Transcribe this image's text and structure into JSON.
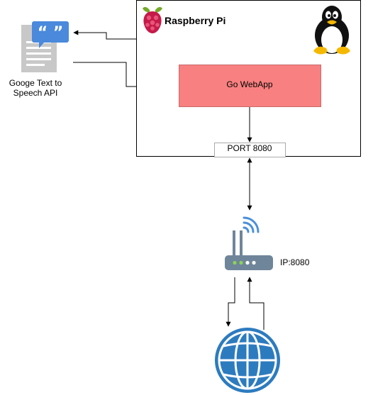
{
  "pi_brand": "Raspberry Pi",
  "app_label": "Go WebApp",
  "port_label": "PORT 8080",
  "ip_label": "IP:8080",
  "api_label": "Googe Text to Speech API",
  "colors": {
    "app_box": "#f88080",
    "router_body": "#6f8599",
    "router_led": "#8ad35a",
    "wifi": "#4a90d9",
    "doc_icon": "#c8c8c8",
    "quote_bubble": "#4a89dc",
    "raspberry": "#c51a4a",
    "leaf": "#75a928",
    "globe": "#2d7bbf"
  },
  "icons": [
    "raspberry-pi-logo-icon",
    "linux-tux-icon",
    "google-tts-doc-icon",
    "router-icon",
    "wifi-signal-icon",
    "globe-icon"
  ]
}
